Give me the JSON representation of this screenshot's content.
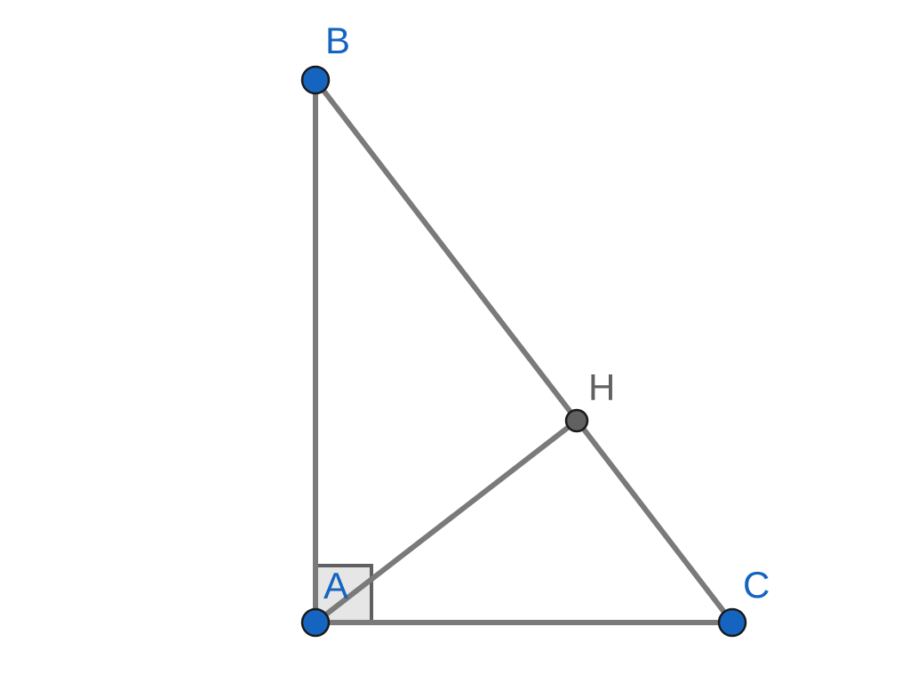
{
  "points": {
    "A": {
      "label": "A",
      "color": "#1565c0"
    },
    "B": {
      "label": "B",
      "color": "#1565c0"
    },
    "C": {
      "label": "C",
      "color": "#1565c0"
    },
    "H": {
      "label": "H",
      "color": "#616161"
    }
  },
  "segments": [
    "AB",
    "BC",
    "CA",
    "AH"
  ],
  "right_angle_at": "A",
  "line_color": "#7a7a7a"
}
